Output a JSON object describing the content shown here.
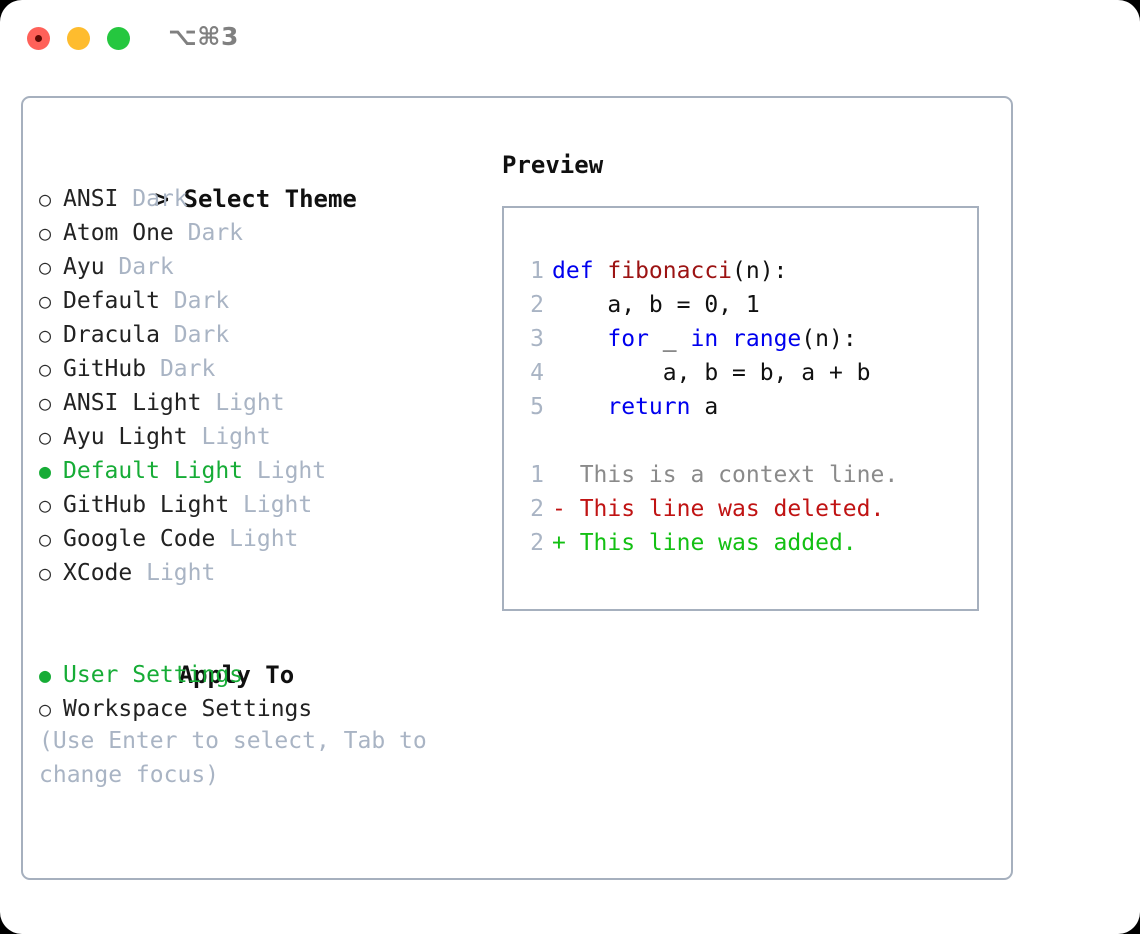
{
  "titlebar": {
    "shortcut": "⌥⌘3",
    "buttons": {
      "close": "close",
      "minimize": "minimize",
      "maximize": "maximize"
    }
  },
  "theme_panel": {
    "header": "> Select Theme",
    "items": [
      {
        "bullet": "○",
        "label": "ANSI",
        "badge": "Dark",
        "selected": false
      },
      {
        "bullet": "○",
        "label": "Atom One",
        "badge": "Dark",
        "selected": false
      },
      {
        "bullet": "○",
        "label": "Ayu",
        "badge": "Dark",
        "selected": false
      },
      {
        "bullet": "○",
        "label": "Default",
        "badge": "Dark",
        "selected": false
      },
      {
        "bullet": "○",
        "label": "Dracula",
        "badge": "Dark",
        "selected": false
      },
      {
        "bullet": "○",
        "label": "GitHub",
        "badge": "Dark",
        "selected": false
      },
      {
        "bullet": "○",
        "label": "ANSI Light",
        "badge": "Light",
        "selected": false
      },
      {
        "bullet": "○",
        "label": "Ayu Light",
        "badge": "Light",
        "selected": false
      },
      {
        "bullet": "●",
        "label": "Default Light",
        "badge": "Light",
        "selected": true
      },
      {
        "bullet": "○",
        "label": "GitHub Light",
        "badge": "Light",
        "selected": false
      },
      {
        "bullet": "○",
        "label": "Google Code",
        "badge": "Light",
        "selected": false
      },
      {
        "bullet": "○",
        "label": "XCode",
        "badge": "Light",
        "selected": false
      }
    ]
  },
  "apply_to": {
    "header": "Apply To",
    "items": [
      {
        "bullet": "●",
        "label": "User Settings",
        "selected": true
      },
      {
        "bullet": "○",
        "label": "Workspace Settings",
        "selected": false
      }
    ]
  },
  "help": {
    "line1": "(Use Enter to select, Tab to",
    "line2": "change focus)"
  },
  "preview": {
    "title": "Preview",
    "code_lines": [
      {
        "number": "1",
        "tokens": [
          {
            "text": "def ",
            "style": "kw"
          },
          {
            "text": "fibonacci",
            "style": "fn"
          },
          {
            "text": "(n):",
            "style": "plain"
          }
        ]
      },
      {
        "number": "2",
        "tokens": [
          {
            "text": "    a, b = 0, 1",
            "style": "plain"
          }
        ]
      },
      {
        "number": "3",
        "tokens": [
          {
            "text": "    ",
            "style": "plain"
          },
          {
            "text": "for",
            "style": "kw"
          },
          {
            "text": " _ ",
            "style": "plain"
          },
          {
            "text": "in",
            "style": "kw"
          },
          {
            "text": " ",
            "style": "plain"
          },
          {
            "text": "range",
            "style": "kw"
          },
          {
            "text": "(n):",
            "style": "plain"
          }
        ]
      },
      {
        "number": "4",
        "tokens": [
          {
            "text": "        a, b = b, a + b",
            "style": "plain"
          }
        ]
      },
      {
        "number": "5",
        "tokens": [
          {
            "text": "    ",
            "style": "plain"
          },
          {
            "text": "return",
            "style": "kw"
          },
          {
            "text": " a",
            "style": "plain"
          }
        ]
      },
      {
        "number": "",
        "tokens": [
          {
            "text": " ",
            "style": "plain"
          }
        ]
      },
      {
        "number": "1",
        "tokens": [
          {
            "text": "  This is a context line.",
            "style": "ctx"
          }
        ]
      },
      {
        "number": "2",
        "tokens": [
          {
            "text": "- This line was deleted.",
            "style": "del"
          }
        ]
      },
      {
        "number": "2",
        "tokens": [
          {
            "text": "+ This line was added.",
            "style": "add"
          }
        ]
      }
    ]
  },
  "colors": {
    "accent_green": "#16ac36",
    "badge_gray": "#a9b4c4",
    "border": "#a6b0be",
    "keyword_blue": "#0000ee",
    "function_red": "#9c1313",
    "diff_deleted": "#c01313",
    "diff_added": "#13c013",
    "diff_context": "#8a8a8a",
    "traffic_close": "#ff6159",
    "traffic_minimize": "#febc2e",
    "traffic_maximize": "#25c73f"
  }
}
